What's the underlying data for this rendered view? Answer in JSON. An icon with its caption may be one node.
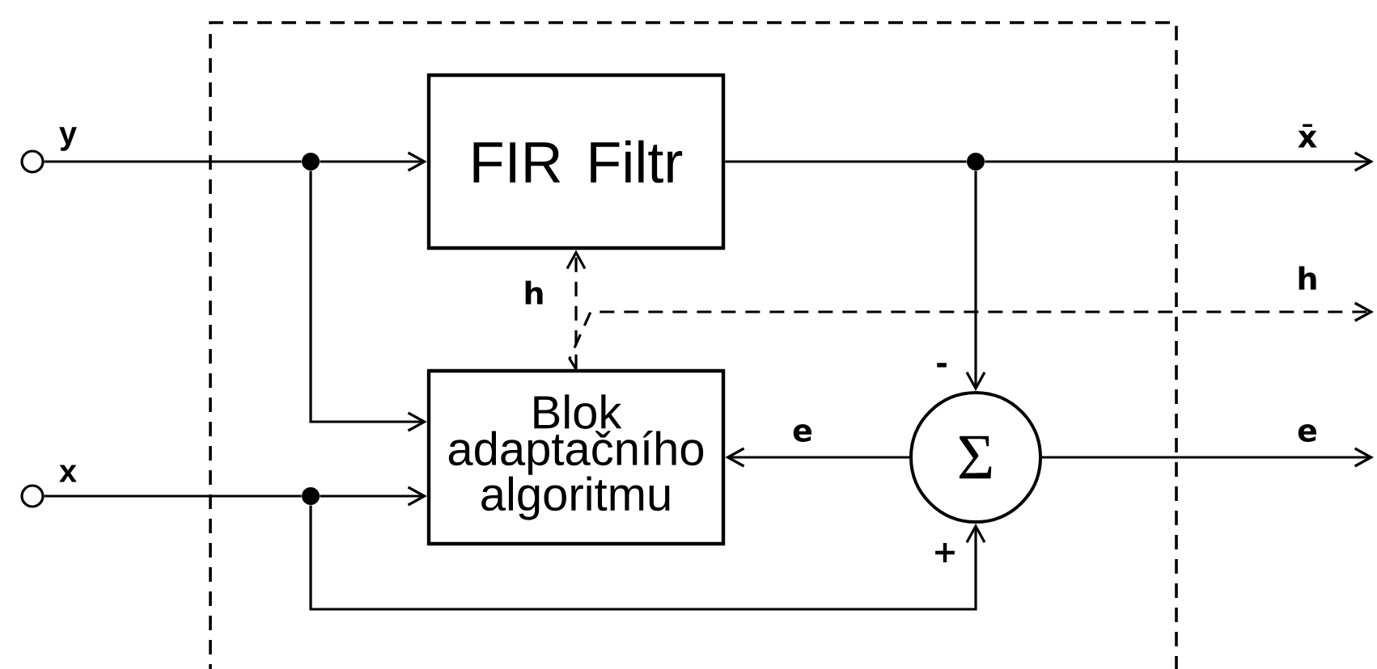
{
  "diagram": {
    "nodes": [
      {
        "text": [],
        "shape": "box"
      },
      {
        "text": [],
        "shape": "circle",
        "beside": [
          "y"
        ]
      },
      {
        "text": [],
        "shape": "dot",
        "in": 0
      },
      {
        "text": [
          "FIR Filtr"
        ],
        "in": 0
      },
      {
        "text": [],
        "shape": "dot",
        "in": 0
      },
      {
        "text": [
          "Blok adaptačního algoritmu"
        ],
        "in": 0
      },
      {
        "text": [
          "Σ"
        ],
        "in": 0
      },
      {
        "text": [],
        "shape": "circle",
        "beside": [
          "x"
        ]
      },
      {
        "text": [],
        "shape": "dot",
        "in": 0
      }
    ],
    "edges": [
      {
        "from": 1,
        "to": 2,
        "arrow": "none"
      },
      {
        "from": 2,
        "to": 3,
        "arrow": "to"
      },
      {
        "from": 2,
        "to": 5,
        "arrow": "to"
      },
      {
        "from": 7,
        "to": 8,
        "arrow": "none"
      },
      {
        "from": 8,
        "to": 5,
        "arrow": "to"
      },
      {
        "from": 8,
        "to": 6,
        "arrow": "to",
        "label": "+"
      },
      {
        "from": 3,
        "to": 4,
        "arrow": "none"
      },
      {
        "from": 4,
        "to": null,
        "arrow": "to",
        "label": "x̄"
      },
      {
        "from": 4,
        "to": 6,
        "arrow": "to",
        "label": "-"
      },
      {
        "from": 5,
        "to": 3,
        "arrow": "to",
        "style": "dashed",
        "label": "h"
      },
      {
        "from": 5,
        "to": null,
        "arrow": "to",
        "style": "dashed",
        "label": "h"
      },
      {
        "from": 6,
        "to": 5,
        "arrow": "to",
        "label": "e"
      },
      {
        "from": 6,
        "to": null,
        "arrow": "to",
        "label": "e"
      }
    ]
  }
}
